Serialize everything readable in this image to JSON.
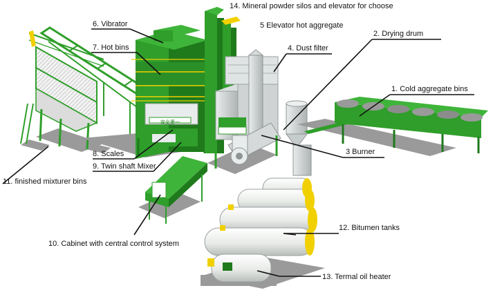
{
  "labels": {
    "cold_bins": "1. Cold aggregate bins",
    "drying_drum": "2. Drying drum",
    "burner": "3  Burner",
    "dust_filter": "4. Dust filter",
    "elevator_hot": "5 Elevator hot aggregate",
    "vibrator": "6. Vibrator",
    "hot_bins": "7. Hot bins",
    "scales": "8. Scales",
    "mixer": "9. Twin shaft Mixer",
    "cabinet": "10. Cabinet with central control system",
    "finished_bins": "11. finished mixturer bins",
    "bitumen_tanks": "12. Bitumen tanks",
    "oil_heater": "13. Termal oil heater",
    "silos": "14. Mineral powder silos and elevator for choose"
  },
  "tower_sign": "安全第一",
  "colors": {
    "green": "#2f9e2a",
    "green_dark": "#1f7a1c",
    "tank": "#eef0ee",
    "tank_shade": "#c9ccc9",
    "accent_yellow": "#f1d000",
    "filter_grey": "#cfd3d4",
    "leader": "#111111"
  }
}
